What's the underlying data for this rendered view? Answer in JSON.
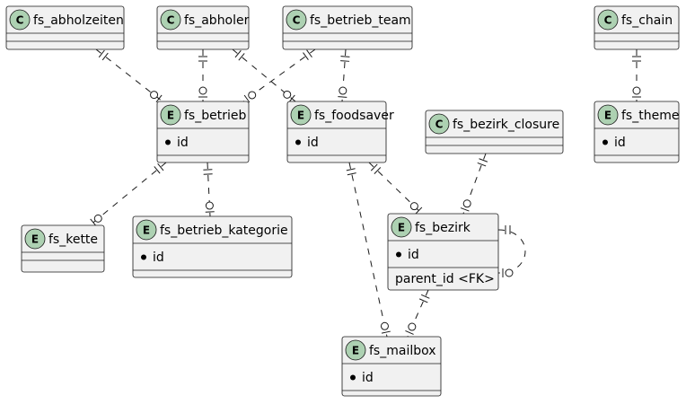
{
  "diagram": {
    "nodes": [
      {
        "id": "fs_abholzeiten",
        "kind": "class",
        "stereotype": "C",
        "title": "fs_abholzeiten",
        "attributes": []
      },
      {
        "id": "fs_abholer",
        "kind": "class",
        "stereotype": "C",
        "title": "fs_abholer",
        "attributes": []
      },
      {
        "id": "fs_betrieb_team",
        "kind": "class",
        "stereotype": "C",
        "title": "fs_betrieb_team",
        "attributes": []
      },
      {
        "id": "fs_chain",
        "kind": "class",
        "stereotype": "C",
        "title": "fs_chain",
        "attributes": []
      },
      {
        "id": "fs_betrieb",
        "kind": "entity",
        "stereotype": "E",
        "title": "fs_betrieb",
        "attributes": [
          "id"
        ]
      },
      {
        "id": "fs_foodsaver",
        "kind": "entity",
        "stereotype": "E",
        "title": "fs_foodsaver",
        "attributes": [
          "id"
        ]
      },
      {
        "id": "fs_bezirk_closure",
        "kind": "class",
        "stereotype": "C",
        "title": "fs_bezirk_closure",
        "attributes": []
      },
      {
        "id": "fs_theme",
        "kind": "entity",
        "stereotype": "E",
        "title": "fs_theme",
        "attributes": [
          "id"
        ]
      },
      {
        "id": "fs_kette",
        "kind": "entity",
        "stereotype": "E",
        "title": "fs_kette",
        "attributes": []
      },
      {
        "id": "fs_betrieb_kategorie",
        "kind": "entity",
        "stereotype": "E",
        "title": "fs_betrieb_kategorie",
        "attributes": [
          "id"
        ]
      },
      {
        "id": "fs_bezirk",
        "kind": "entity",
        "stereotype": "E",
        "title": "fs_bezirk",
        "attributes": [
          "id"
        ],
        "foreign_keys": [
          "parent_id <FK>"
        ]
      },
      {
        "id": "fs_mailbox",
        "kind": "entity",
        "stereotype": "E",
        "title": "fs_mailbox",
        "attributes": [
          "id"
        ]
      }
    ],
    "edges": [
      {
        "from": "fs_abholzeiten",
        "to": "fs_betrieb",
        "from_cardinality": "exactly-one",
        "to_cardinality": "zero-or-one"
      },
      {
        "from": "fs_abholer",
        "to": "fs_betrieb",
        "from_cardinality": "exactly-one",
        "to_cardinality": "zero-or-one"
      },
      {
        "from": "fs_abholer",
        "to": "fs_foodsaver",
        "from_cardinality": "exactly-one",
        "to_cardinality": "zero-or-one"
      },
      {
        "from": "fs_betrieb_team",
        "to": "fs_betrieb",
        "from_cardinality": "exactly-one",
        "to_cardinality": "zero-or-one"
      },
      {
        "from": "fs_betrieb_team",
        "to": "fs_foodsaver",
        "from_cardinality": "exactly-one",
        "to_cardinality": "zero-or-one"
      },
      {
        "from": "fs_chain",
        "to": "fs_theme",
        "from_cardinality": "exactly-one",
        "to_cardinality": "zero-or-one"
      },
      {
        "from": "fs_betrieb",
        "to": "fs_kette",
        "from_cardinality": "exactly-one",
        "to_cardinality": "zero-or-one"
      },
      {
        "from": "fs_betrieb",
        "to": "fs_betrieb_kategorie",
        "from_cardinality": "exactly-one",
        "to_cardinality": "zero-or-one"
      },
      {
        "from": "fs_foodsaver",
        "to": "fs_bezirk",
        "from_cardinality": "exactly-one",
        "to_cardinality": "zero-or-one"
      },
      {
        "from": "fs_foodsaver",
        "to": "fs_mailbox",
        "from_cardinality": "exactly-one",
        "to_cardinality": "zero-or-one"
      },
      {
        "from": "fs_bezirk_closure",
        "to": "fs_bezirk",
        "from_cardinality": "exactly-one",
        "to_cardinality": "zero-or-one"
      },
      {
        "from": "fs_bezirk",
        "to": "fs_bezirk",
        "from_cardinality": "exactly-one",
        "to_cardinality": "zero-or-one",
        "self_reference": true
      },
      {
        "from": "fs_bezirk",
        "to": "fs_mailbox",
        "from_cardinality": "exactly-one",
        "to_cardinality": "zero-or-one"
      }
    ],
    "colors": {
      "badge": "#add1b2",
      "box_fill": "#f1f1f1",
      "line": "#181818"
    }
  }
}
